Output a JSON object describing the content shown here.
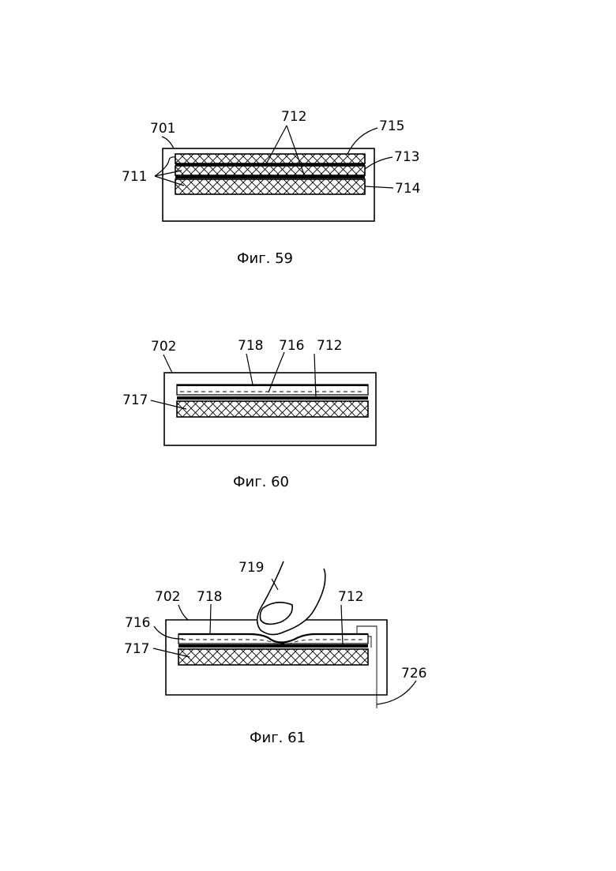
{
  "figures": [
    {
      "caption": "Фиг. 59",
      "labels": {
        "box": "701",
        "upper_layer": "712",
        "lower_layers": "711",
        "top_layer": "715",
        "middle_layer": "713",
        "bottom_layer": "714"
      }
    },
    {
      "caption": "Фиг. 60",
      "labels": {
        "box": "702",
        "top_film": "718",
        "middle_film": "716",
        "conductive_layer": "712",
        "base_layer": "717"
      }
    },
    {
      "caption": "Фиг. 61",
      "labels": {
        "finger": "719",
        "box": "702",
        "top_film": "718",
        "conductive_layer": "712",
        "middle_film": "716",
        "base_layer": "717",
        "connector": "726"
      }
    }
  ],
  "colors": {
    "ink": "#000000",
    "paper": "#ffffff"
  }
}
